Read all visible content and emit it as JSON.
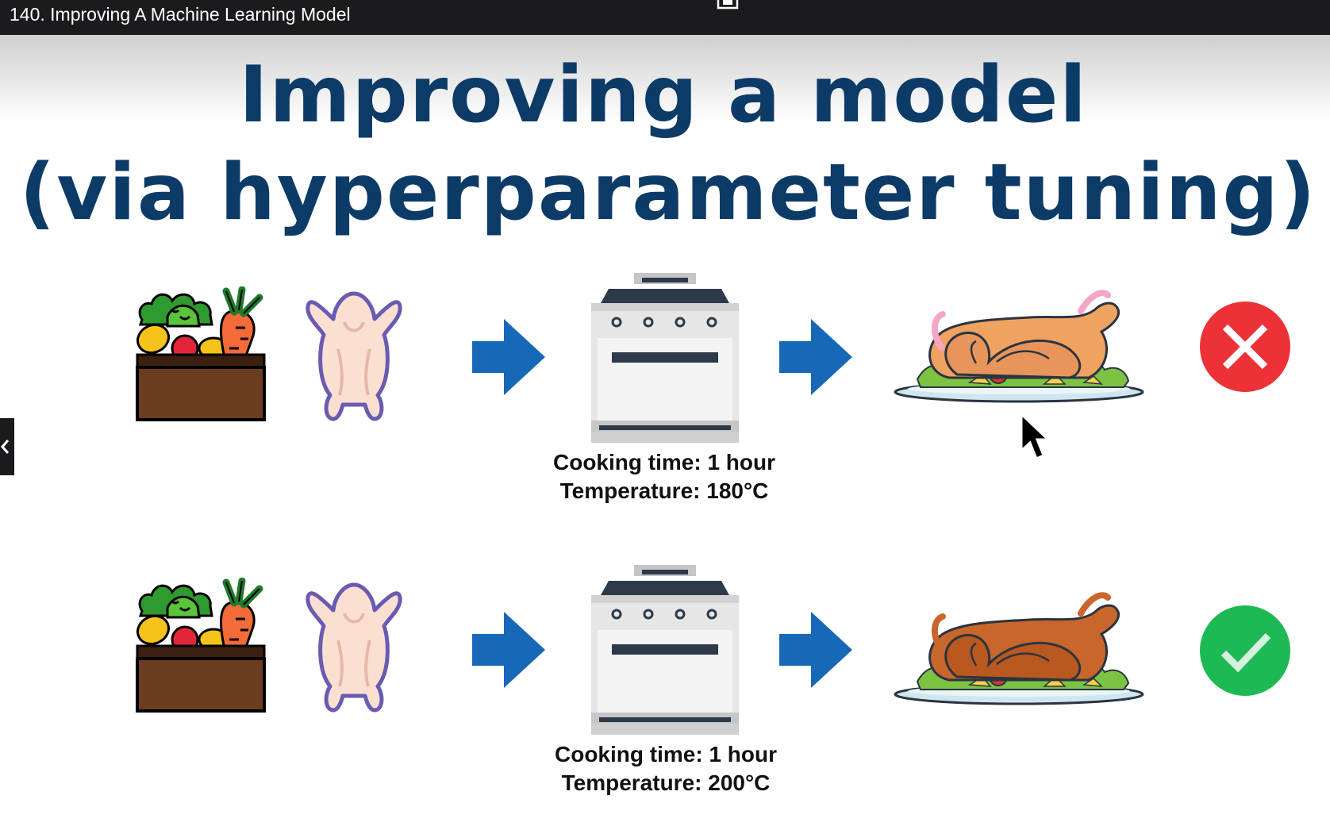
{
  "window": {
    "lesson_title": "140. Improving A Machine Learning Model",
    "pip_icon": "picture-in-picture-icon",
    "collapse_icon": "chevron-left-icon"
  },
  "slide": {
    "title_line1": "Improving a model",
    "title_line2": "(via hyperparameter tuning)",
    "rows": [
      {
        "cooking_time": "Cooking time: 1 hour",
        "temperature": "Temperature: 180°C",
        "result_icon": "cross-icon",
        "result_color": "#ec3237"
      },
      {
        "cooking_time": "Cooking time: 1 hour",
        "temperature": "Temperature: 200°C",
        "result_icon": "check-icon",
        "result_color": "#1db954"
      }
    ]
  },
  "colors": {
    "title": "#0d3b68",
    "arrow": "#1769b7",
    "topbar": "#1b1b1d"
  }
}
